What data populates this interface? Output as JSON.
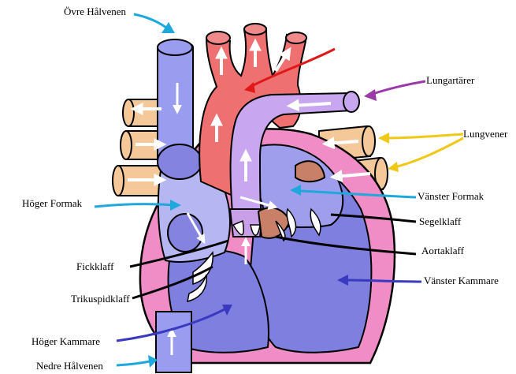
{
  "labels": {
    "ovre_halvenen": "Övre Hålvenen",
    "lungartarer": "Lungartärer",
    "lungvener": "Lungvener",
    "hoger_formak": "Höger Formak",
    "vanster_formak": "Vänster Formak",
    "segelklaff": "Segelklaff",
    "aortaklaff": "Aortaklaff",
    "fickklaff": "Fickklaff",
    "vanster_kammare": "Vänster Kammare",
    "trikuspidklaff": "Trikuspidklaff",
    "hoger_kammare": "Höger Kammare",
    "nedre_halvenen": "Nedre Hålvenen"
  },
  "colors": {
    "vena_cava": "#9a9cf0",
    "aorta": "#ee7070",
    "pulmonary_artery": "#c8a6f0",
    "pulmonary_vein": "#f5c89a",
    "heart_wall": "#f08cc6",
    "left_chambers": "#9e9eec",
    "right_ventricle": "#7f7fe0",
    "valves": "#c9a0e8",
    "mitral_flaps": "#c98068"
  },
  "pointer_colors": {
    "ovre_halvenen": "#1fa8dc",
    "lungartarer": "#9a3aa8",
    "lungvener": "#f0c818",
    "hoger_formak": "#1fa8dc",
    "vanster_formak": "#1fa8dc",
    "segelklaff": "#000000",
    "aortaklaff": "#000000",
    "fickklaff": "#000000",
    "vanster_kammare": "#3a3ac0",
    "trikuspidklaff": "#000000",
    "hoger_kammare": "#3a3ac0",
    "nedre_halvenen": "#1fa8dc",
    "aorta_pointer": "#e01818"
  }
}
